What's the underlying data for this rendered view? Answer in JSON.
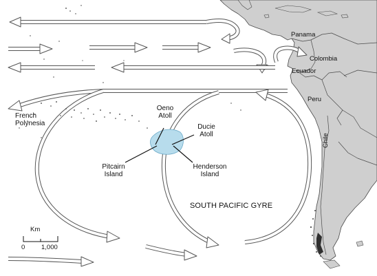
{
  "labels": {
    "french_polynesia": [
      "French",
      "Polynesia"
    ],
    "oeno_atoll": [
      "Oeno",
      "Atoll"
    ],
    "ducie_atoll": [
      "Ducie",
      "Atoll"
    ],
    "pitcairn_island": [
      "Pitcairn",
      "Island"
    ],
    "henderson_island": [
      "Henderson",
      "Island"
    ],
    "gyre": "SOUTH PACIFIC GYRE"
  },
  "countries": {
    "panama": "Panama",
    "colombia": "Colombia",
    "ecuador": "Ecuador",
    "peru": "Peru",
    "chile": "Chile"
  },
  "scale_bar": {
    "unit": "Km",
    "start": "0",
    "end": "1,000"
  },
  "colors": {
    "land": "#cfcfcf",
    "land_border": "#4a4a4a",
    "ocean": "#ffffff",
    "arrow_outline": "#555555",
    "arrow_fill": "#ffffff",
    "study_area": "#b7dcec",
    "study_area_border": "#6aa9c8",
    "leader_lines": "#111111"
  }
}
